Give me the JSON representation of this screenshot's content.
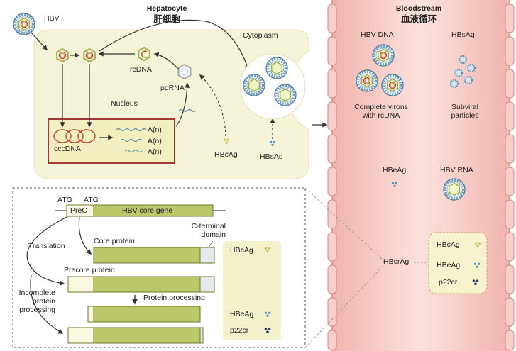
{
  "hepatocyte": {
    "title": "Hepatocyte",
    "title_cn": "肝细胞",
    "cytoplasm": "Cytoplasm",
    "nucleus": "Nucleus",
    "hbv": "HBV",
    "rcdna": "rcDNA",
    "pgrna": "pgRNA",
    "cccdna": "cccDNA",
    "an1": "A(n)",
    "an2": "A(n)",
    "an3": "A(n)",
    "hbcag": "HBcAg",
    "hbsag": "HBsAg"
  },
  "bloodstream": {
    "title": "Bloodstream",
    "title_cn": "血液循环",
    "hbv_dna": "HBV DNA",
    "hbsag": "HBsAg",
    "complete_virions": "Complete virons\nwith rcDNA",
    "subviral": "Subviral\nparticles",
    "hbeag": "HBeAg",
    "hbv_rna": "HBV RNA",
    "hbcrag": "HBcrAg",
    "box_hbcag": "HBcAg",
    "box_hbeag": "HBeAg",
    "box_p22cr": "p22cr"
  },
  "gene": {
    "atg1": "ATG",
    "atg2": "ATG",
    "prec": "PreC",
    "core_gene": "HBV core gene",
    "c_terminal": "C-terminal\ndomain",
    "core_protein": "Core protein",
    "translation": "Translation",
    "precore_protein": "Precore protein",
    "incomplete": "Incomplete\nprotein\nprocessing",
    "protein_processing": "Protein processing",
    "hbcag": "HBcAg",
    "hbeag": "HBeAg",
    "p22cr": "p22cr"
  },
  "colors": {
    "cytoplasm_fill": "#f6f4d8",
    "nucleus_fill": "#f4efc0",
    "nucleus_border": "#a33a3a",
    "blood_fill": "#f3c3bd",
    "gene_bar": "#bcc76a",
    "gene_bar_border": "#6f7a2a",
    "virion_blue": "#5b8fb0"
  }
}
